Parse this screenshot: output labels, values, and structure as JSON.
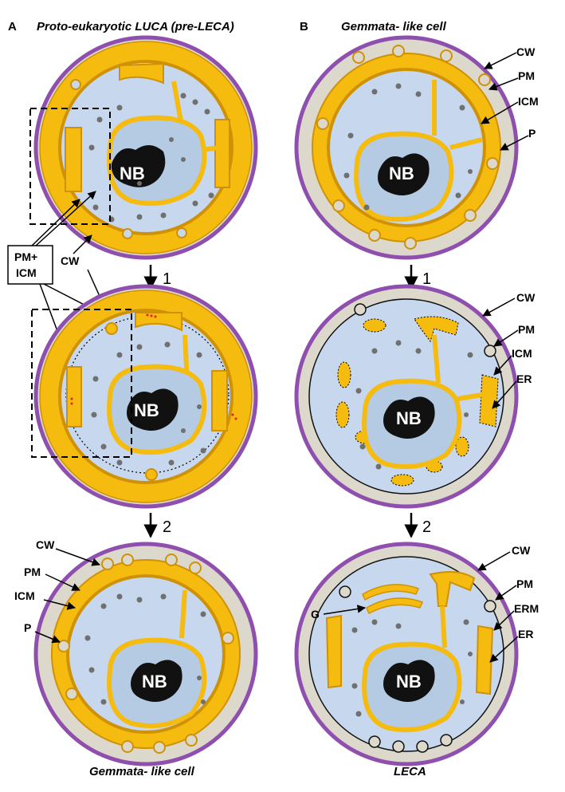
{
  "panels": {
    "a": {
      "letter": "A",
      "title": "Proto-eukaryotic LUCA (pre-LECA)",
      "caption": "Gemmata- like cell"
    },
    "b": {
      "letter": "B",
      "title": "Gemmata- like cell",
      "caption": "LECA"
    }
  },
  "steps": {
    "one": "1",
    "two": "2"
  },
  "nucleoid": "NB",
  "box_label": {
    "line1": "PM+",
    "line2": "ICM"
  },
  "labels": {
    "cw": "CW",
    "pm": "PM",
    "icm": "ICM",
    "p": "P",
    "er": "ER",
    "erm": "ERM",
    "g": "G"
  },
  "colors": {
    "cell_wall": "#8e4fae",
    "periplasm_gray": "#ddd8cc",
    "yellow": "#f5bb0f",
    "yellow_stroke": "#cf9206",
    "cytoplasm": "#c6d7ee",
    "nucleus": "#b5cae3",
    "dots": "#707070",
    "chromatin": "#111111"
  }
}
